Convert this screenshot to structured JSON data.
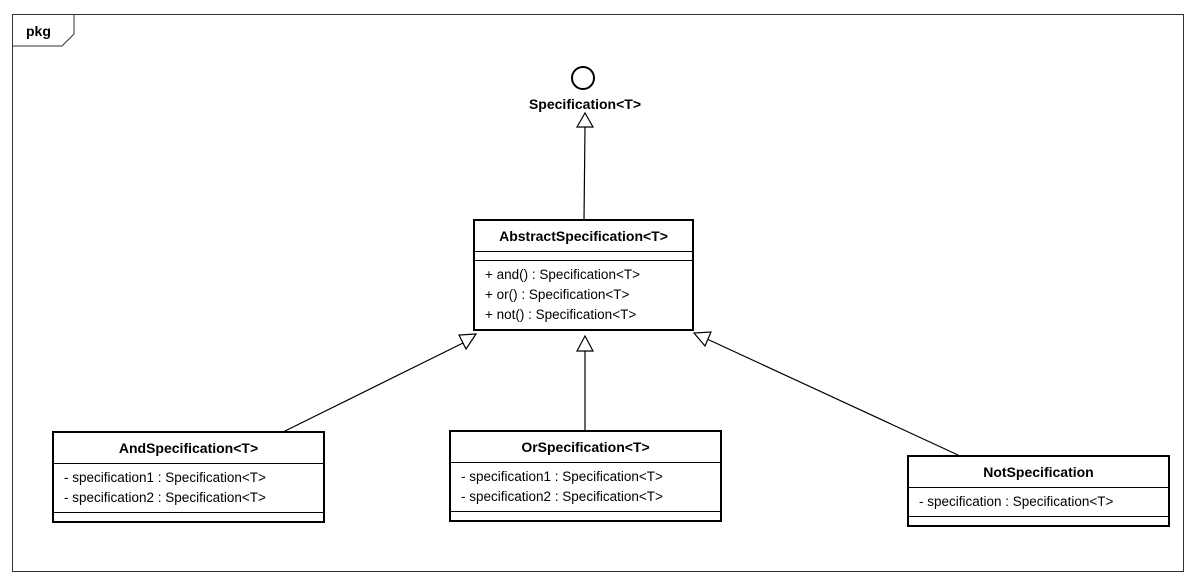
{
  "package": {
    "label": "pkg"
  },
  "interface": {
    "name": "Specification<T>"
  },
  "abstract_class": {
    "name": "AbstractSpecification<T>",
    "attributes": [],
    "operations": [
      "+ and() : Specification<T>",
      "+ or() : Specification<T>",
      "+ not() : Specification<T>"
    ]
  },
  "and_class": {
    "name": "AndSpecification<T>",
    "attributes": [
      "- specification1 : Specification<T>",
      "- specification2 : Specification<T>"
    ],
    "operations": []
  },
  "or_class": {
    "name": "OrSpecification<T>",
    "attributes": [
      "- specification1 : Specification<T>",
      "- specification2 : Specification<T>"
    ],
    "operations": []
  },
  "not_class": {
    "name": "NotSpecification",
    "attributes": [
      "- specification : Specification<T>"
    ],
    "operations": []
  }
}
